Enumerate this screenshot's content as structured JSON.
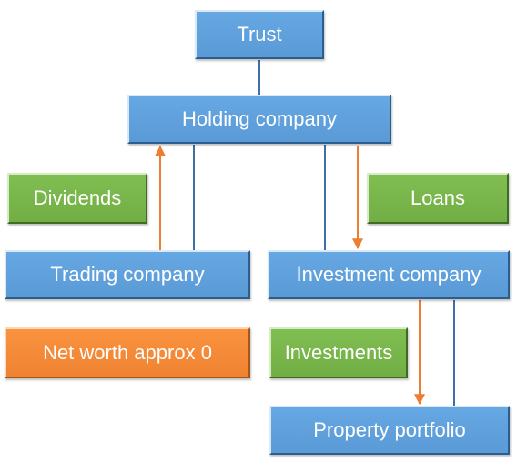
{
  "colors": {
    "connector_blue": "#3f6fa5",
    "arrow_orange": "#ed7d31",
    "box_blue": "#5b9bd5",
    "box_green": "#70ad47",
    "box_orange": "#f38a3a"
  },
  "nodes": {
    "trust": "Trust",
    "holding_company": "Holding company",
    "dividends": "Dividends",
    "loans": "Loans",
    "trading_company": "Trading company",
    "investment_company": "Investment company",
    "net_worth": "Net worth approx 0",
    "investments": "Investments",
    "property_portfolio": "Property portfolio"
  }
}
